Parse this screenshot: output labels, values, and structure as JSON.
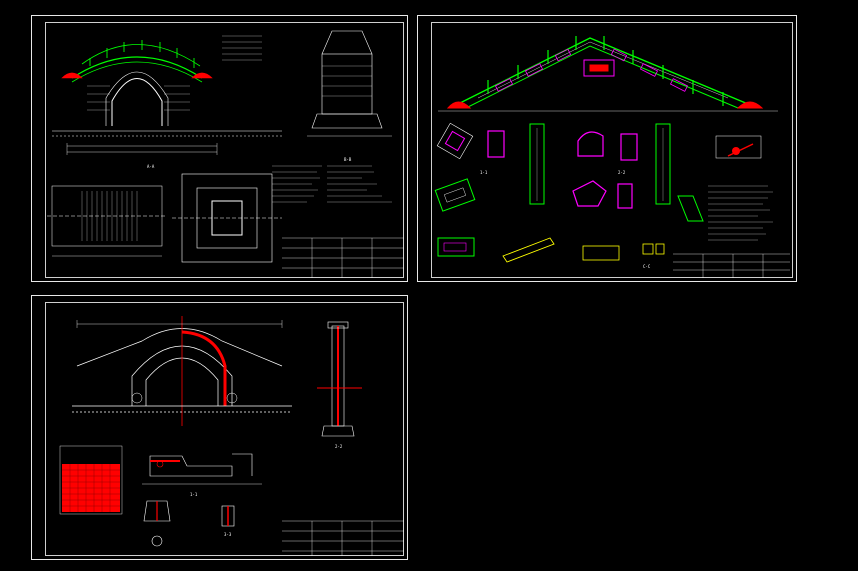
{
  "sheets": [
    {
      "id": "sheet-1",
      "title": "arch-bridge-elevation-and-plan"
    },
    {
      "id": "sheet-2",
      "title": "railing-details"
    },
    {
      "id": "sheet-3",
      "title": "arch-ring-details"
    }
  ],
  "labels": {
    "s1_section_a": "A-A",
    "s1_section_b": "B-B",
    "s2_section_c": "1-1",
    "s2_section_d": "2-2",
    "s2_section_e": "C-C",
    "s3_section_a": "1-1",
    "s3_section_b": "2-2",
    "s3_section_c": "3-3"
  },
  "colors": {
    "background": "#000000",
    "frame": "#e8e8e8",
    "green": "#00ff00",
    "magenta": "#ff00ff",
    "red": "#ff0000",
    "yellow": "#ffff00",
    "cyan": "#00ffff",
    "white": "#ffffff"
  }
}
